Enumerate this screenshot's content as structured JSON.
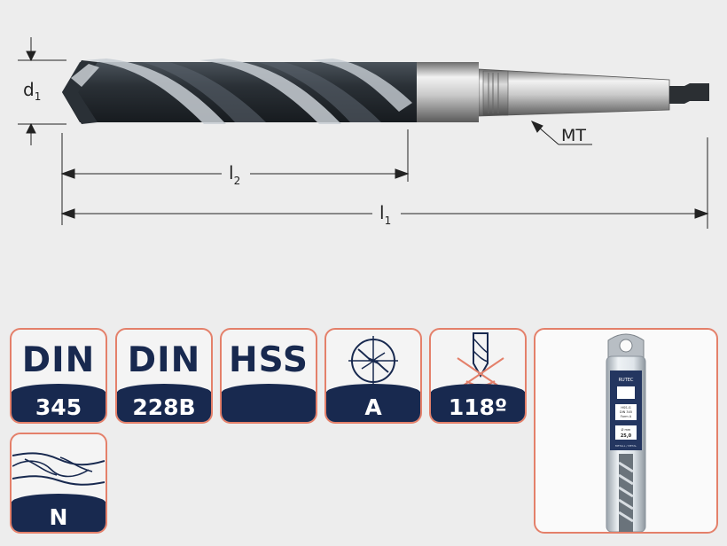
{
  "drawing": {
    "label_d": "d",
    "label_d_sub": "1",
    "label_l2": "l",
    "label_l2_sub": "2",
    "label_l1": "l",
    "label_l1_sub": "1",
    "label_mt": "MT"
  },
  "badges": [
    {
      "top": "DIN",
      "bottom": "345"
    },
    {
      "top": "DIN",
      "bottom": "228B"
    },
    {
      "top": "HSS",
      "bottom": ""
    },
    {
      "top_icon": "split-point-icon",
      "bottom": "A"
    },
    {
      "top_icon": "point-angle-icon",
      "bottom": "118º"
    },
    {
      "top_icon": "twist-drill-type-icon",
      "bottom": "N"
    }
  ],
  "package": {
    "brand": "RUTEC",
    "lines": [
      "HSS-G",
      "DIN 345",
      "Form A"
    ],
    "size_label": "Ø mm",
    "size_value": "25,0",
    "footer": "METALL / METAL"
  },
  "colors": {
    "navy": "#18294f",
    "border": "#e4806a",
    "background": "#ededed"
  }
}
